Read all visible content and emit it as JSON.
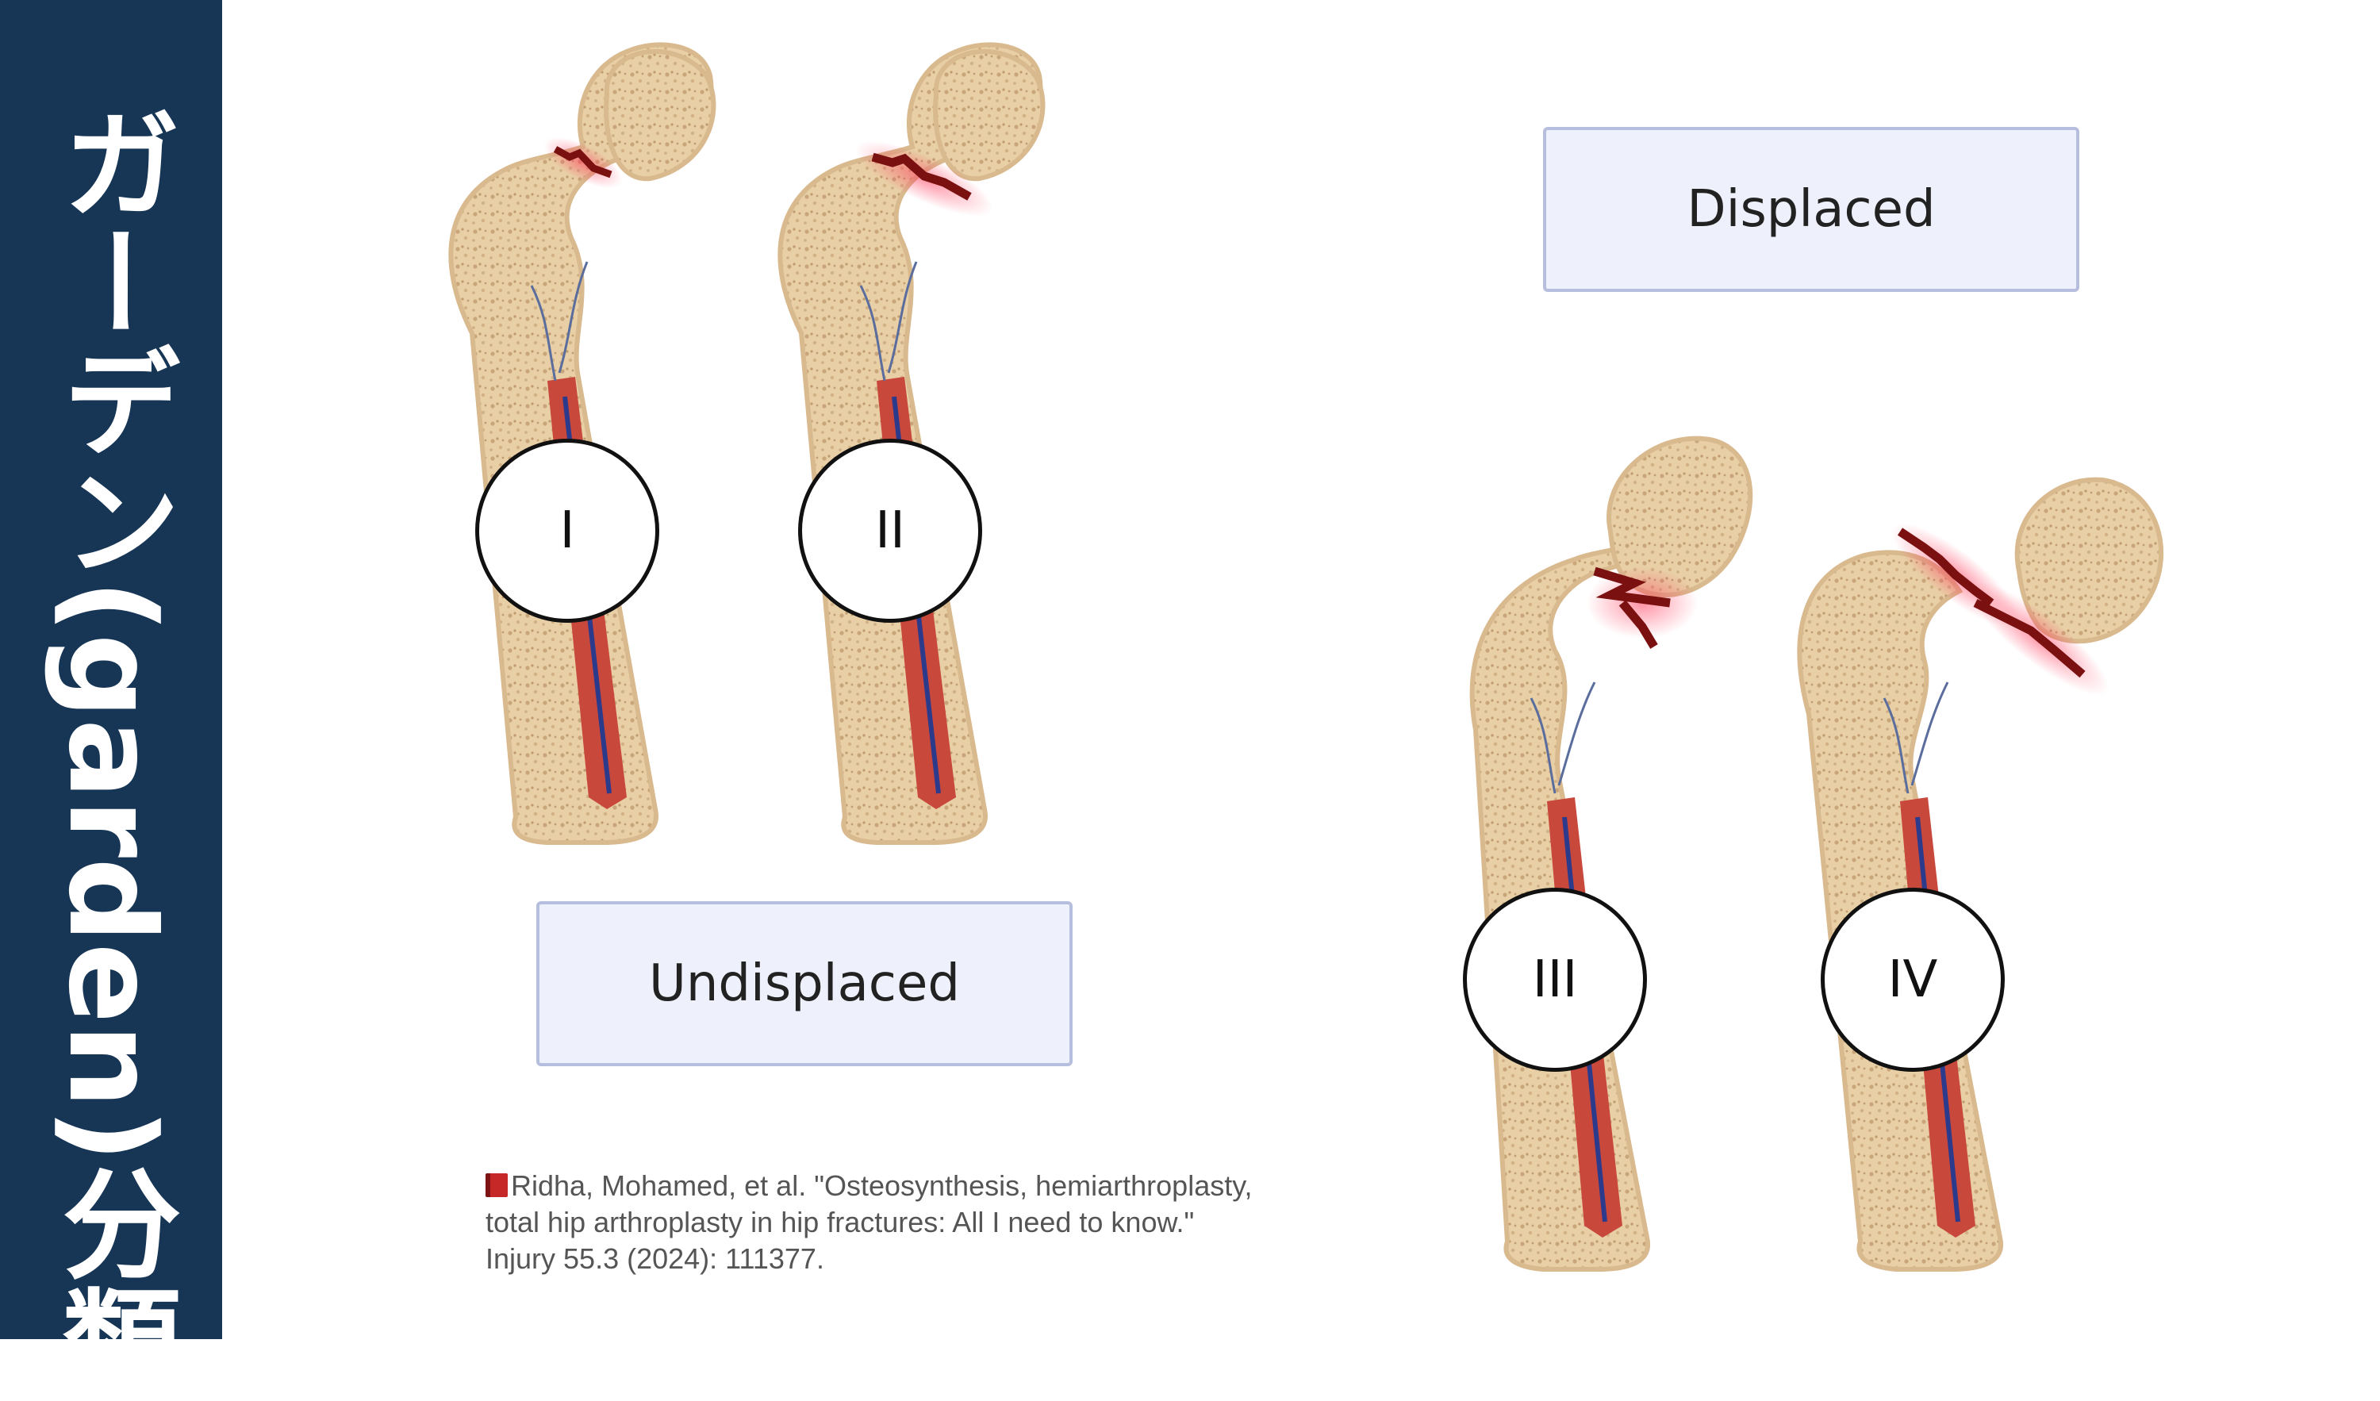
{
  "sidebar": {
    "title": "ガーデン(garden)分類"
  },
  "labels": {
    "displaced": "Displaced",
    "undisplaced": "Undisplaced"
  },
  "grades": [
    "I",
    "II",
    "III",
    "IV"
  ],
  "citation": {
    "icon": "book-icon",
    "lines": [
      "Ridha, Mohamed, et al. \"Osteosynthesis, hemiarthroplasty,",
      "total hip arthroplasty in hip fractures: All I need to know.\"",
      "Injury 55.3 (2024): 111377."
    ]
  },
  "colors": {
    "sidebar": "#173656",
    "bone": "#e8cfa6",
    "marrow": "#c8483c",
    "fracture": "#7a1010",
    "box_fill": "#eef1fb",
    "box_border": "#b6bede"
  }
}
